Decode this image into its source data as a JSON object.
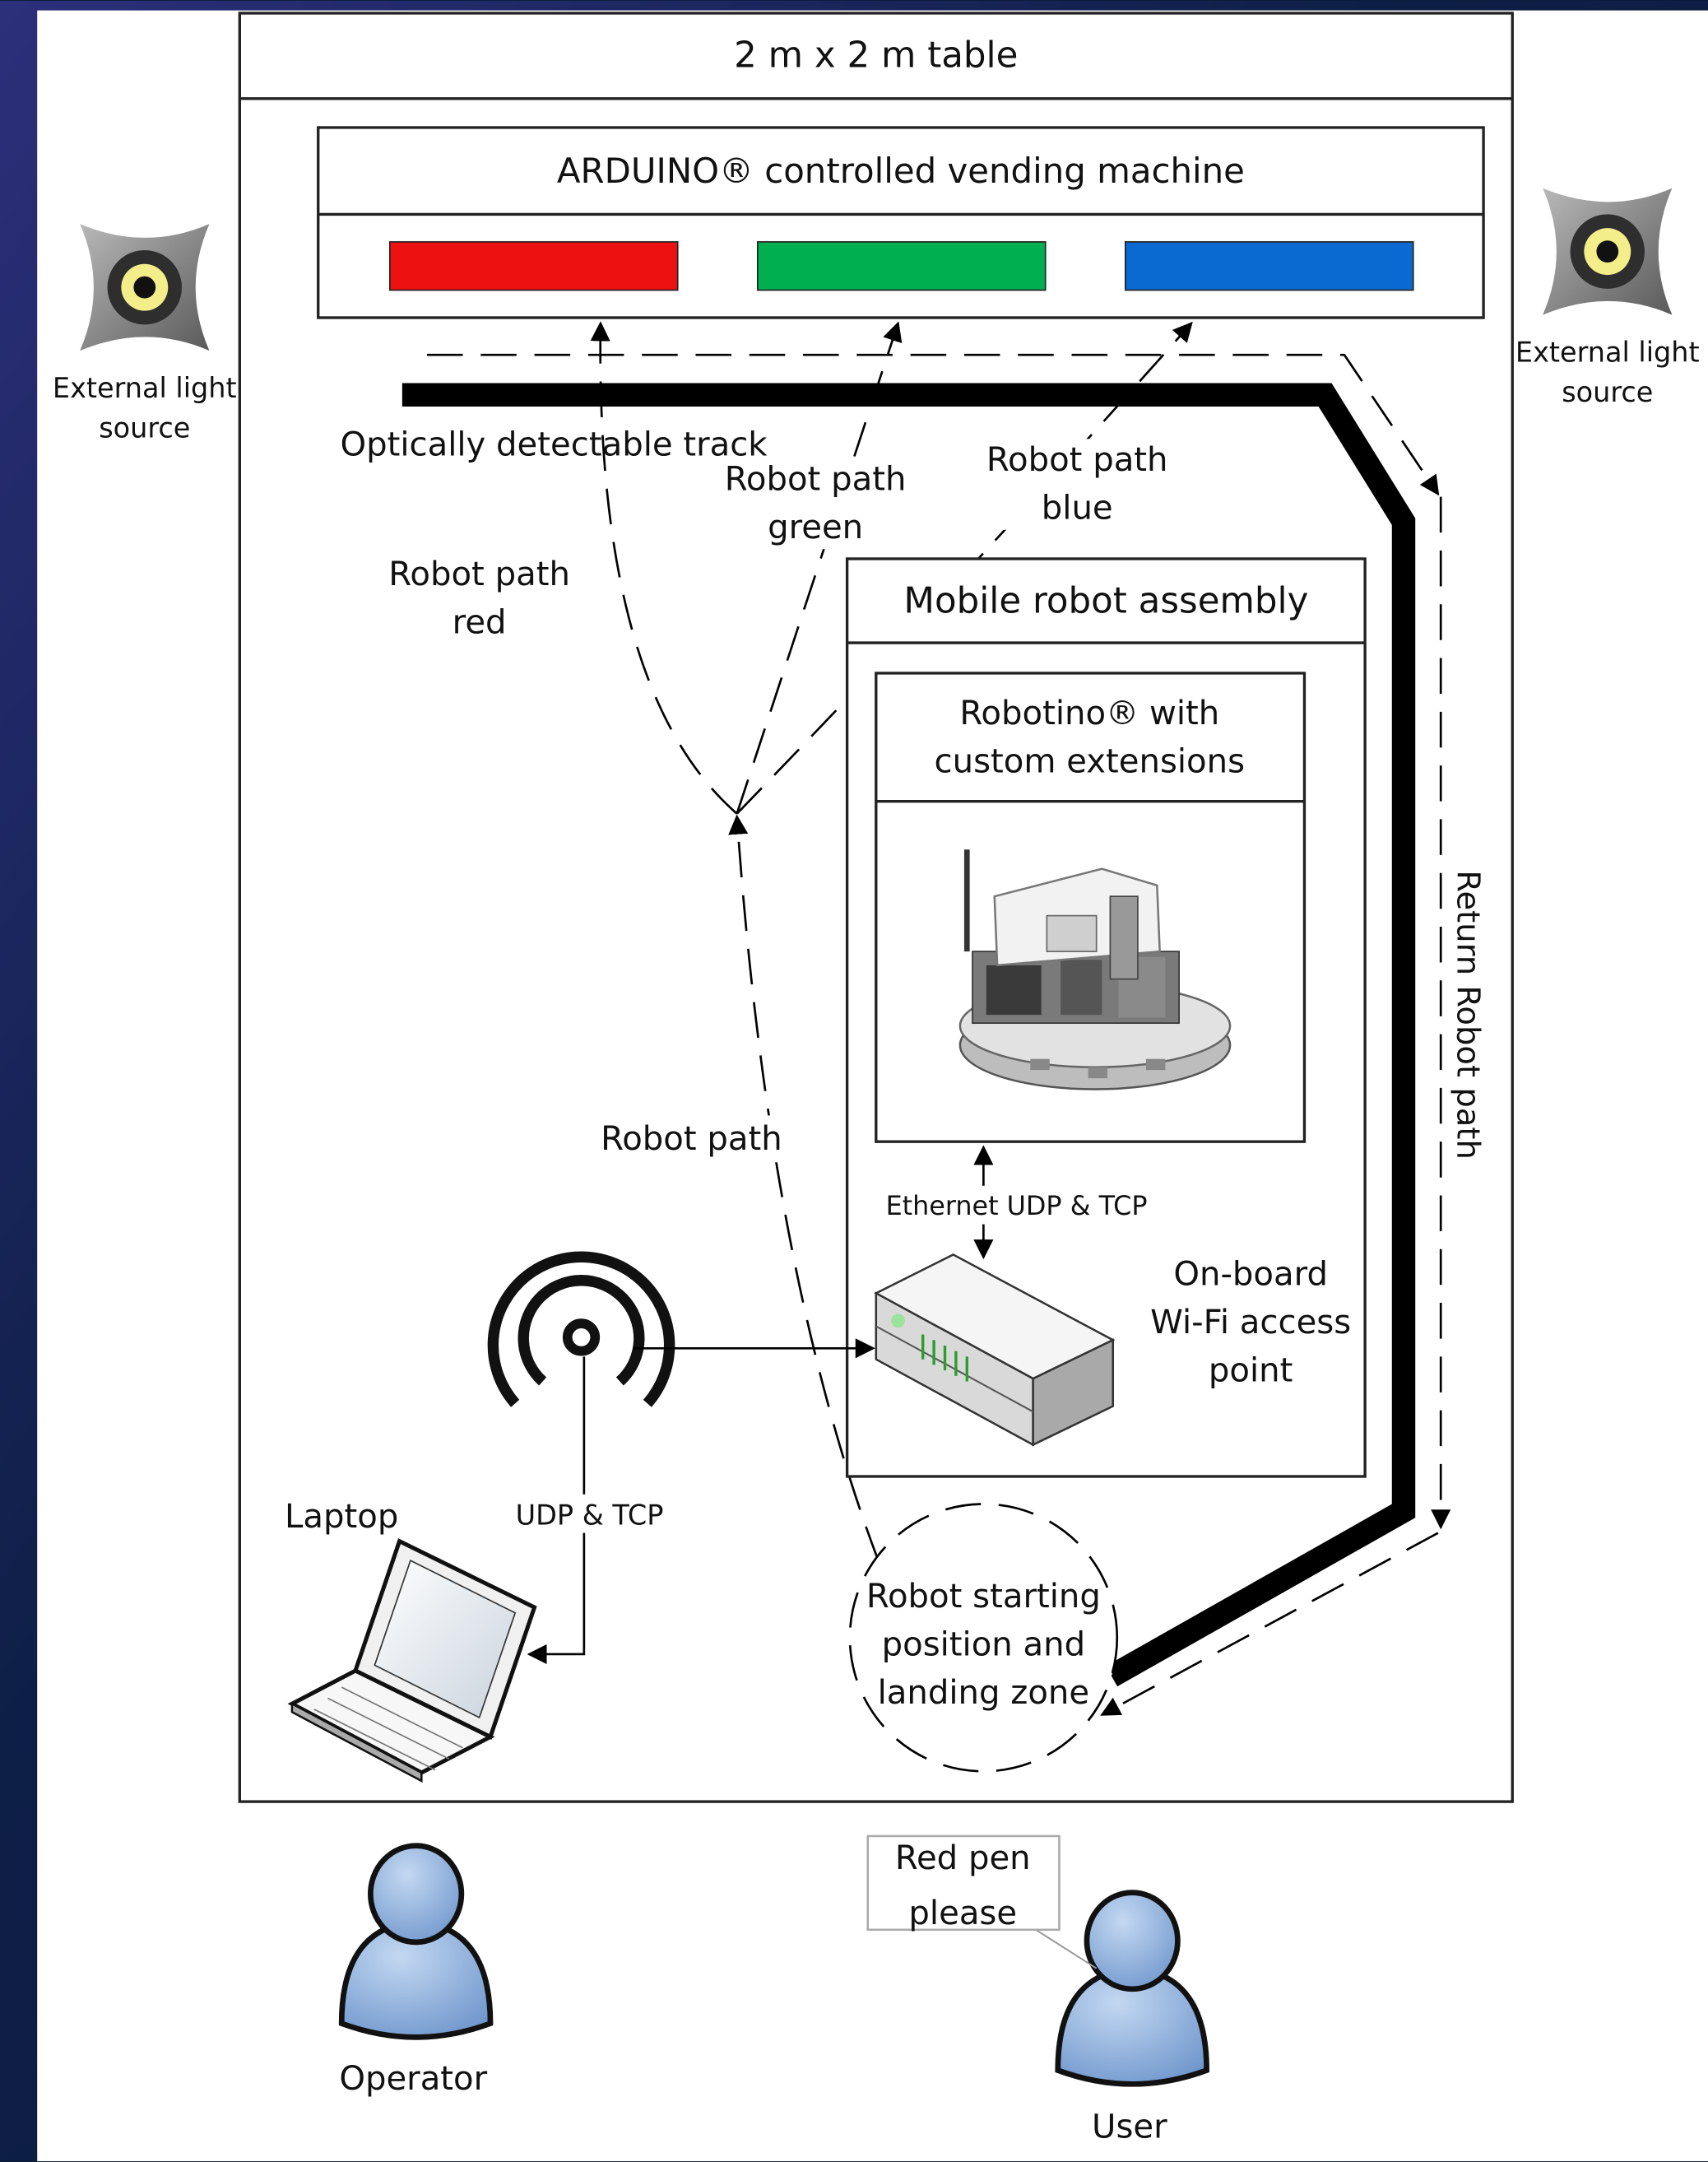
{
  "table": {
    "title": "2 m x 2 m table"
  },
  "vending_machine": {
    "title": "ARDUINO® controlled vending machine",
    "slots": [
      {
        "name": "red",
        "color": "#ee1111"
      },
      {
        "name": "green",
        "color": "#00b050"
      },
      {
        "name": "blue",
        "color": "#0a6ad2"
      }
    ]
  },
  "light_sources": {
    "left": {
      "line1": "External light",
      "line2": "source"
    },
    "right": {
      "line1": "External light",
      "line2": "source"
    }
  },
  "track": {
    "label": "Optically detectable track"
  },
  "paths": {
    "red": {
      "line1": "Robot path",
      "line2": "red"
    },
    "green": {
      "line1": "Robot path",
      "line2": "green"
    },
    "blue": {
      "line1": "Robot path",
      "line2": "blue"
    },
    "main": "Robot path",
    "return": "Return Robot path"
  },
  "mobile_robot": {
    "title": "Mobile robot assembly",
    "robotino": {
      "line1": "Robotino® with",
      "line2": "custom extensions"
    },
    "ethernet_label": "Ethernet UDP & TCP",
    "access_point": {
      "line1": "On-board",
      "line2": "Wi-Fi access",
      "line3": "point"
    }
  },
  "network": {
    "udp_label": "UDP & TCP"
  },
  "laptop": {
    "label": "Laptop"
  },
  "start_zone": {
    "line1": "Robot starting",
    "line2": "position and",
    "line3": "landing zone"
  },
  "people": {
    "operator": "Operator",
    "user": "User",
    "speech": {
      "line1": "Red pen",
      "line2": "please"
    }
  },
  "colors": {
    "background": "#0b1c3a",
    "panel": "#ffffff",
    "person": "#8fb2dd"
  }
}
